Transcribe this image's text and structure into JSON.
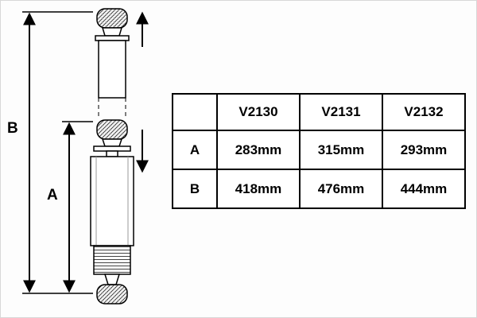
{
  "diagram": {
    "label_a": "A",
    "label_b": "B"
  },
  "table": {
    "columns": [
      "",
      "V2130",
      "V2131",
      "V2132"
    ],
    "rows": [
      {
        "label": "A",
        "values": [
          "283mm",
          "315mm",
          "293mm"
        ]
      },
      {
        "label": "B",
        "values": [
          "418mm",
          "476mm",
          "444mm"
        ]
      }
    ]
  }
}
